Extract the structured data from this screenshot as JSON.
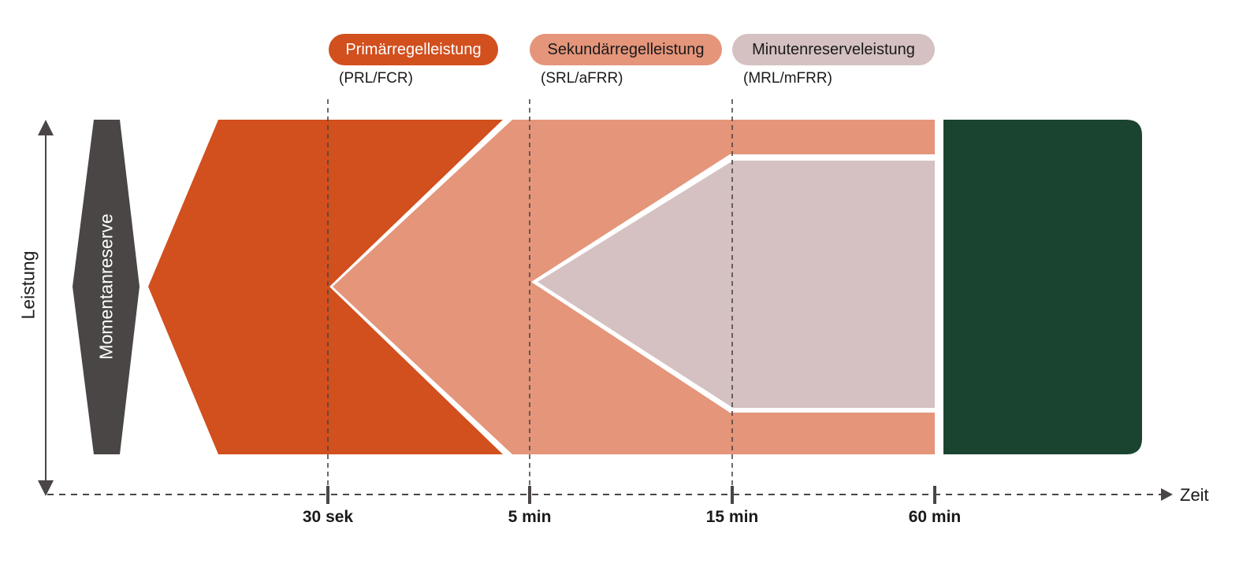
{
  "diagram": {
    "axes": {
      "y_label": "Leistung",
      "x_label": "Zeit",
      "ticks": [
        "30 sek",
        "5 min",
        "15 min",
        "60 min"
      ]
    },
    "momentanreserve": {
      "label": "Momentanreserve",
      "color": "#4a4646"
    },
    "reserves": [
      {
        "name": "Primärregelleistung",
        "abbr": "(PRL/FCR)",
        "color": "#d24f1e",
        "text_color": "#ffffff"
      },
      {
        "name": "Sekundärregelleistung",
        "abbr": "(SRL/aFRR)",
        "color": "#e4957a",
        "text_color": "#1a1a1a"
      },
      {
        "name": "Minutenreserveleistung",
        "abbr": "(MRL/mFRR)",
        "color": "#d5c1c1",
        "text_color": "#1a1a1a"
      }
    ],
    "final_block_color": "#1b4430"
  }
}
